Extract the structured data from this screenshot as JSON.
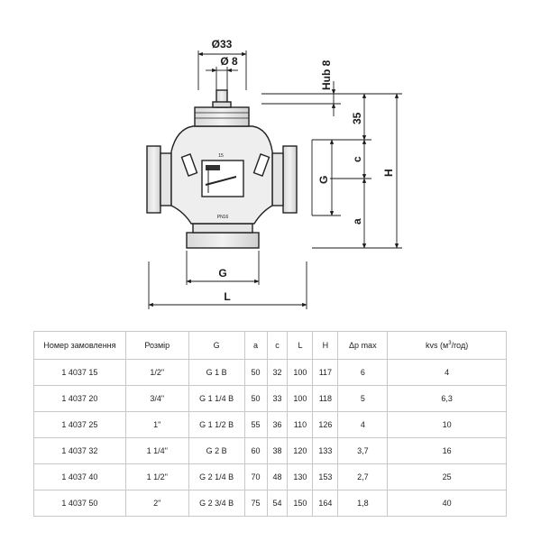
{
  "drawing": {
    "dim_d_outer": "Ø33",
    "dim_d_inner": "Ø 8",
    "dim_hub": "Hub 8",
    "dim_35": "35",
    "dim_c": "c",
    "dim_g_side": "G",
    "dim_a": "a",
    "dim_h": "H",
    "dim_g_bottom": "G",
    "dim_l": "L",
    "body_marking_top": "15",
    "body_marking_pn": "PN16"
  },
  "table": {
    "headers": {
      "order": "Номер замовлення",
      "size": "Розмір",
      "g": "G",
      "a": "a",
      "c": "c",
      "l": "L",
      "h": "H",
      "dp": "Δp max",
      "kvs_pre": "kvs (м",
      "kvs_sup": "3",
      "kvs_post": "/год)"
    },
    "rows": [
      {
        "order": "1 4037 15",
        "size": "1/2\"",
        "g": "G 1 B",
        "a": "50",
        "c": "32",
        "l": "100",
        "h": "117",
        "dp": "6",
        "kvs": "4"
      },
      {
        "order": "1 4037 20",
        "size": "3/4\"",
        "g": "G 1 1/4 B",
        "a": "50",
        "c": "33",
        "l": "100",
        "h": "118",
        "dp": "5",
        "kvs": "6,3"
      },
      {
        "order": "1 4037 25",
        "size": "1\"",
        "g": "G 1 1/2 B",
        "a": "55",
        "c": "36",
        "l": "110",
        "h": "126",
        "dp": "4",
        "kvs": "10"
      },
      {
        "order": "1 4037 32",
        "size": "1 1/4\"",
        "g": "G 2 B",
        "a": "60",
        "c": "38",
        "l": "120",
        "h": "133",
        "dp": "3,7",
        "kvs": "16"
      },
      {
        "order": "1 4037 40",
        "size": "1 1/2\"",
        "g": "G 2 1/4 B",
        "a": "70",
        "a_": "",
        "c": "48",
        "l": "130",
        "h": "153",
        "dp": "2,7",
        "kvs": "25"
      },
      {
        "order": "1 4037 50",
        "size": "2\"",
        "g": "G 2 3/4 B",
        "a": "75",
        "c": "54",
        "l": "150",
        "h": "164",
        "dp": "1,8",
        "kvs": "40"
      }
    ]
  }
}
